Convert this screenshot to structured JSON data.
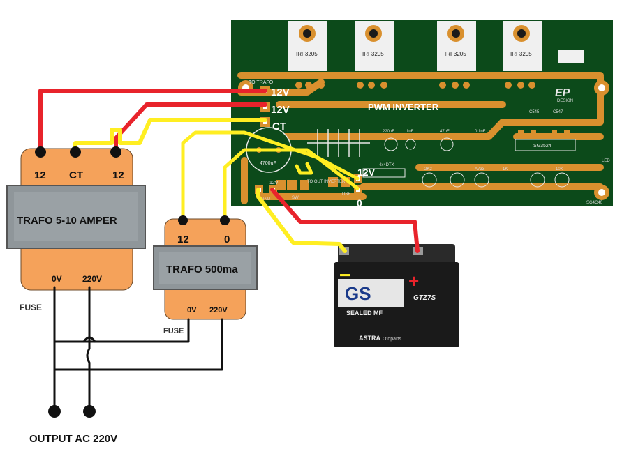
{
  "pcb": {
    "mosfets": [
      "IRF3205",
      "IRF3205",
      "IRF3205",
      "IRF3205"
    ],
    "to_trafo": "TO TRAFO",
    "title": "PWM INVERTER",
    "ic": "SG3524",
    "brand": "EP",
    "brand_sub": "DESIGN",
    "cap": "4700uF",
    "to_out_inverter": "TO OUT INVERTER",
    "usb": "USB",
    "sw": "SW",
    "v12_small": "12V",
    "gnd_small": "GND",
    "pin_12v_top": "12V",
    "pin_12v_mid": "12V",
    "pin_ct": "CT",
    "pin_12v_right": "12V",
    "pin_0_right": "0",
    "parts": [
      "220uF",
      "1uF",
      "47uF",
      "0.1nF",
      "C545",
      "C547",
      "2K2",
      "A733",
      "4x4DTX",
      "1K",
      "10K",
      "LED"
    ],
    "code": "SG4C40"
  },
  "trafo_big": {
    "title": "TRAFO 5-10 AMPER",
    "terminal_left": "12",
    "terminal_ct": "CT",
    "terminal_right": "12",
    "out_0v": "0V",
    "out_220v": "220V",
    "fuse": "FUSE"
  },
  "trafo_small": {
    "title": "TRAFO 500ma",
    "terminal_left": "12",
    "terminal_right": "0",
    "out_0v": "0V",
    "out_220v": "220V",
    "fuse": "FUSE"
  },
  "battery": {
    "brand": "GS",
    "type": "SEALED MF",
    "model": "GTZ7S",
    "maker": "ASTRA",
    "maker_sub": "Otoparts",
    "neg": "−",
    "pos": "+"
  },
  "output_label": "OUTPUT AC 220V",
  "colors": {
    "pcb_green": "#0c4a1a",
    "trace_orange": "#d9902e",
    "wire_red": "#e8232b",
    "wire_yellow": "#ffee22",
    "trafo_orange": "#f5a25a",
    "trafo_grey": "#8f969a",
    "battery_black": "#1a1a1a"
  }
}
